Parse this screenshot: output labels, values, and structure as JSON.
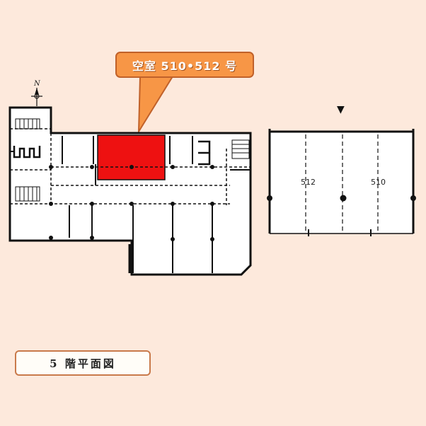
{
  "callout": {
    "text": "空室  510•512  号"
  },
  "compass": {
    "label": "N",
    "icon": "north-arrow-icon"
  },
  "zoom": {
    "marker": "▼",
    "units": [
      {
        "label": "512"
      },
      {
        "label": "510"
      }
    ]
  },
  "floor_label": "5 階平面図",
  "colors": {
    "background": "#fde9dc",
    "highlight": "#ee1111",
    "callout": "#f79646",
    "wall": "#111111"
  }
}
